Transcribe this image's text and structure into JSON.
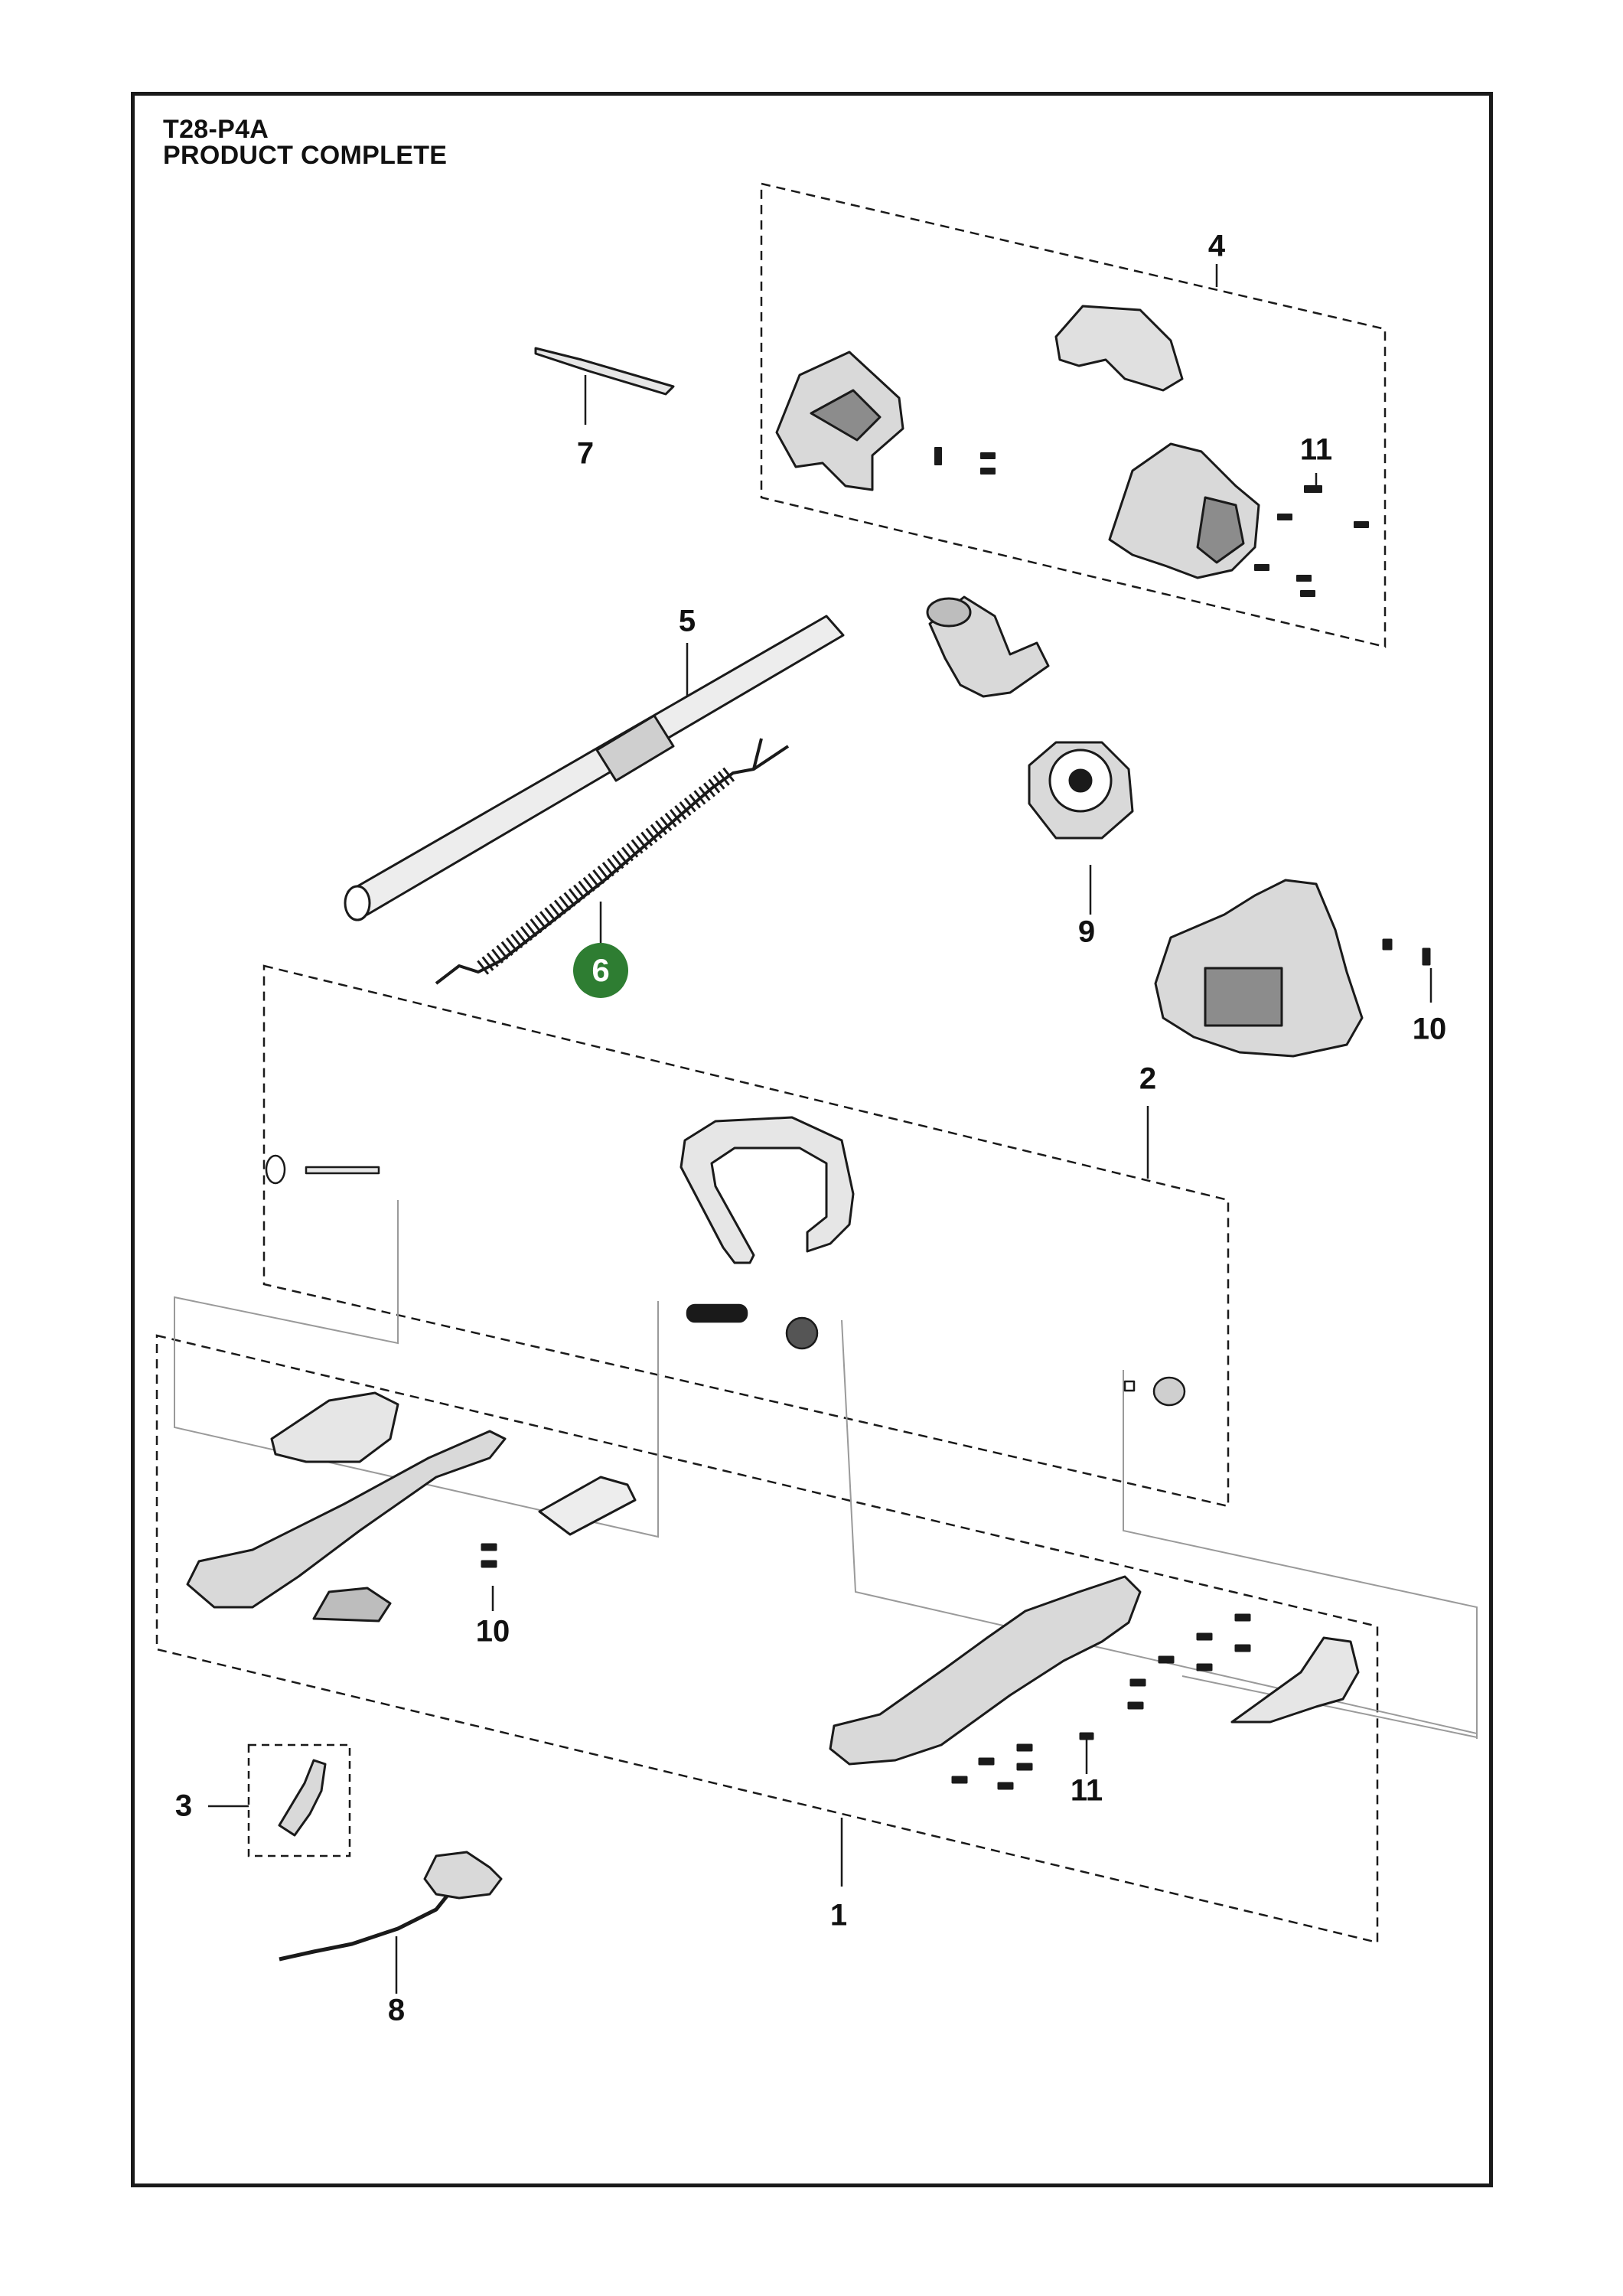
{
  "header": {
    "model_code": "T28-P4A",
    "title": "PRODUCT COMPLETE"
  },
  "callouts": [
    {
      "id": "c4",
      "text": "4"
    },
    {
      "id": "c7",
      "text": "7"
    },
    {
      "id": "c11a",
      "text": "11"
    },
    {
      "id": "c5",
      "text": "5"
    },
    {
      "id": "c6",
      "text": "6",
      "highlighted": true
    },
    {
      "id": "c9",
      "text": "9"
    },
    {
      "id": "c10a",
      "text": "10"
    },
    {
      "id": "c2",
      "text": "2"
    },
    {
      "id": "c10b",
      "text": "10"
    },
    {
      "id": "c3",
      "text": "3"
    },
    {
      "id": "c11b",
      "text": "11"
    },
    {
      "id": "c1",
      "text": "1"
    },
    {
      "id": "c8",
      "text": "8"
    }
  ],
  "colors": {
    "highlight": "#2e7d32",
    "ink": "#1a1a1a",
    "part_fill": "#d9d9d9"
  }
}
